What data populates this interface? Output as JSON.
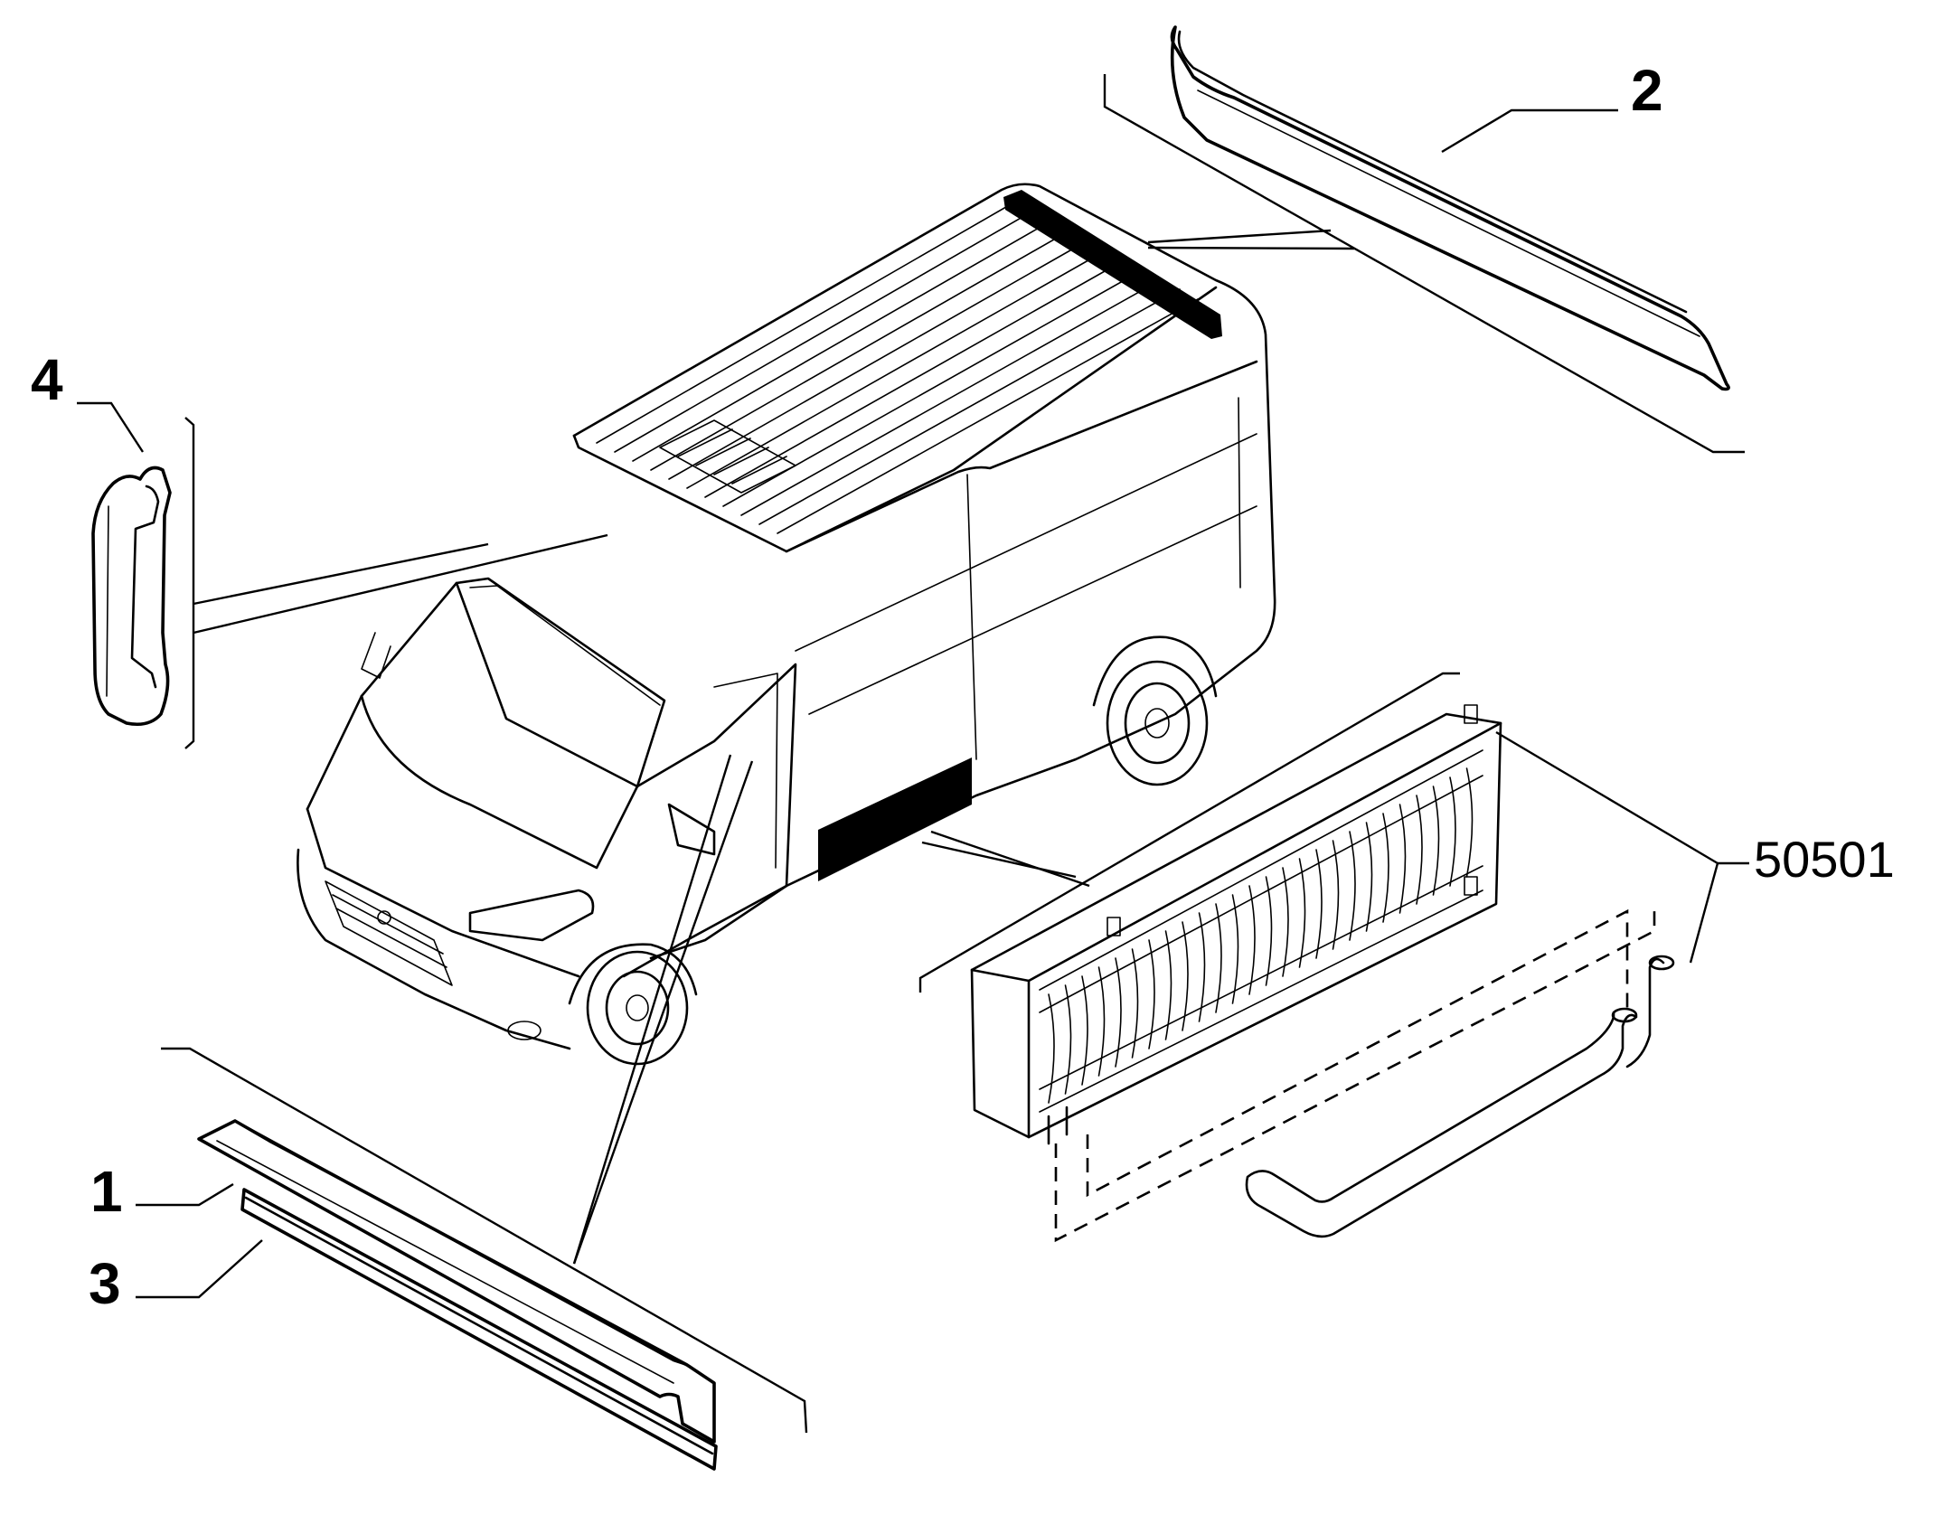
{
  "diagram": {
    "callouts": [
      {
        "id": "c1",
        "label": "1"
      },
      {
        "id": "c2",
        "label": "2"
      },
      {
        "id": "c3",
        "label": "3"
      },
      {
        "id": "c4",
        "label": "4"
      },
      {
        "id": "c50501",
        "label": "50501"
      }
    ],
    "colors": {
      "line": "#000000",
      "background": "#ffffff"
    }
  }
}
